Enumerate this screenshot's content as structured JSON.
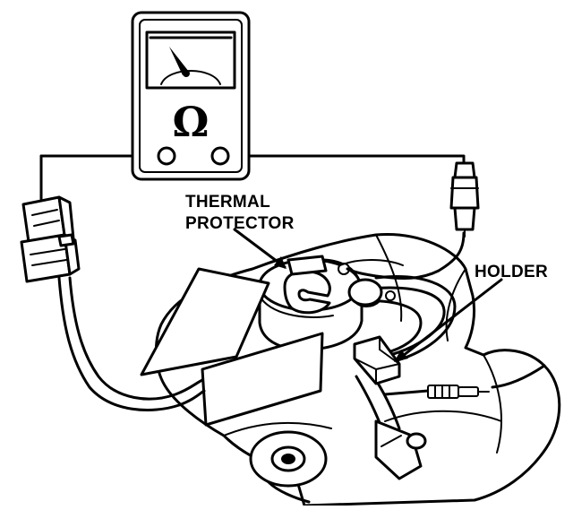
{
  "diagram": {
    "meter_symbol": "Ω",
    "labels": {
      "thermal_protector_line1": "THERMAL",
      "thermal_protector_line2": "PROTECTOR",
      "holder": "HOLDER"
    }
  }
}
